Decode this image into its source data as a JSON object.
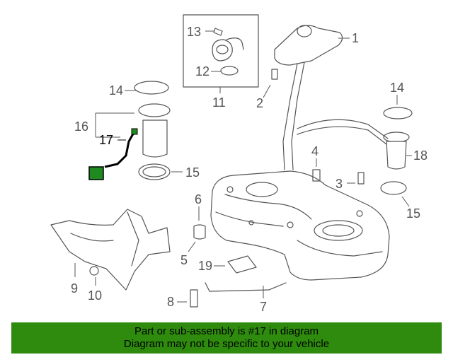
{
  "diagram": {
    "callouts": {
      "c1": "1",
      "c2": "2",
      "c3": "3",
      "c4": "4",
      "c5": "5",
      "c6": "6",
      "c7": "7",
      "c8": "8",
      "c9": "9",
      "c10": "10",
      "c11": "11",
      "c12": "12",
      "c13": "13",
      "c14a": "14",
      "c14b": "14",
      "c15a": "15",
      "c15b": "15",
      "c16": "16",
      "c17": "17",
      "c18": "18",
      "c19": "19"
    },
    "highlight_color": "#1f8a1f"
  },
  "banner": {
    "line1": "Part or sub-assembly is #17 in diagram",
    "line2": "Diagram may not be specific to your vehicle",
    "background": "#2e8b0e"
  }
}
